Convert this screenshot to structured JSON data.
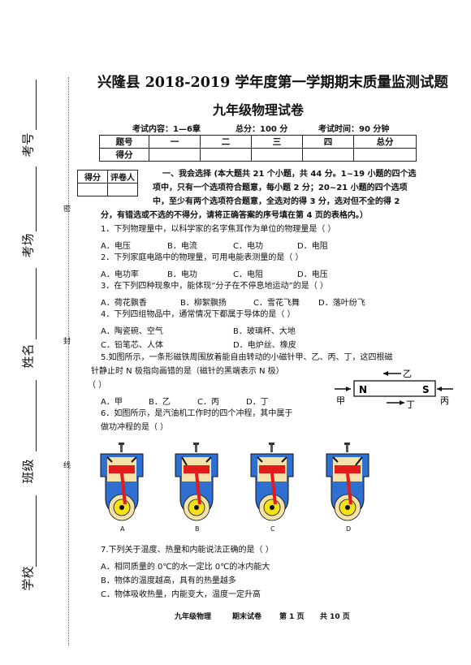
{
  "side": {
    "kaohao": "考号",
    "kaochang": "考场",
    "xingming": "姓名",
    "banji": "班级",
    "xuexiao": "学校",
    "mi": "密",
    "feng": "封",
    "xian": "线"
  },
  "header": {
    "title": "兴隆县 2018-2019 学年度第一学期期末质量监测试题",
    "subtitle": "九年级物理试卷",
    "content": "考试内容：1—6章",
    "score": "总分：100 分",
    "time": "考试时间：90 分钟"
  },
  "score_table": {
    "headers": [
      "题号",
      "一",
      "二",
      "三",
      "四",
      "总分"
    ],
    "row_label": "得分"
  },
  "grader": {
    "score": "得分",
    "grader": "评卷人"
  },
  "section1": {
    "line1": "一、我会选择 (本大题共 21 个小题，共 44 分。1~19 小题的四个选",
    "line2": "项中，只有一个选项符合题意，每小题 2 分；20~21 小题的四个选项",
    "line3": "中，至少有两个选项符合题意，全选对的得 3 分，选对但不全的得 2",
    "line4": "分，有错选或不选的不得分，请将正确答案的序号填在第 4 页的表格内。）"
  },
  "questions": {
    "q1": "1．下列物理量中，以科学家的名字焦耳作为单位的物理量是（      ）",
    "q1_opts": [
      "A．电压",
      "B．电流",
      "C．电功",
      "D．电阻"
    ],
    "q2": "2．下列家庭电路中的物理量，可用电能表测量的是（      ）",
    "q2_opts": [
      "A．电功率",
      "B．电功",
      "C．电阻",
      "D．电压"
    ],
    "q3": "3．在下列四种现象中，能体现“分子在不停息地运动”的是（      ）",
    "q3_opts": [
      "A．荷花飘香",
      "B．柳絮飘扬",
      "C．雪花飞舞",
      "D．落叶纷飞"
    ],
    "q4": "4．下列四组物品中，通常情况下都属于导体的是（      ）",
    "q4_opts": [
      "A．陶瓷碗、空气",
      "B．玻璃杯、大地",
      "C．铅笔芯、人体",
      "D．电炉丝、橡皮"
    ],
    "q5_l1": "5.如图所示，一条形磁铁周围放着能自由转动的小磁针甲、乙、丙、丁，这四根磁",
    "q5_l2": "针静止时 N 极指向画错的是（磁针的黑端表示 N 极）",
    "q5_l3": "（      ）",
    "q5_opts": [
      "A．甲",
      "B．乙",
      "C．丙",
      "D．丁"
    ],
    "q6_l1": "6．如图所示，是汽油机工作时的四个冲程，其中属于",
    "q6_l2": "做功冲程的是（      ）",
    "q7": "7.下列关于温度、热量和内能说法正确的是（      ）",
    "q7_a": "A．相同质量的 0℃的水一定比 0℃的冰内能大",
    "q7_b": "B．物体的温度越高，具有的热量越多",
    "q7_c": "C．物体吸收热量，内能变大，温度一定升高"
  },
  "magnet": {
    "n": "N",
    "s": "S",
    "jia": "甲",
    "yi": "乙",
    "bing": "丙",
    "ding": "丁"
  },
  "engines": {
    "labels": [
      "A",
      "B",
      "C",
      "D"
    ]
  },
  "footer": {
    "subject": "九年级物理",
    "type": "期末试卷",
    "page": "第 1 页",
    "total": "共 10 页"
  },
  "colors": {
    "engine_outer": "#2f6fd1",
    "engine_inner": "#f4e2a8",
    "piston": "#e21b1b",
    "crank": "#f3e11a"
  }
}
